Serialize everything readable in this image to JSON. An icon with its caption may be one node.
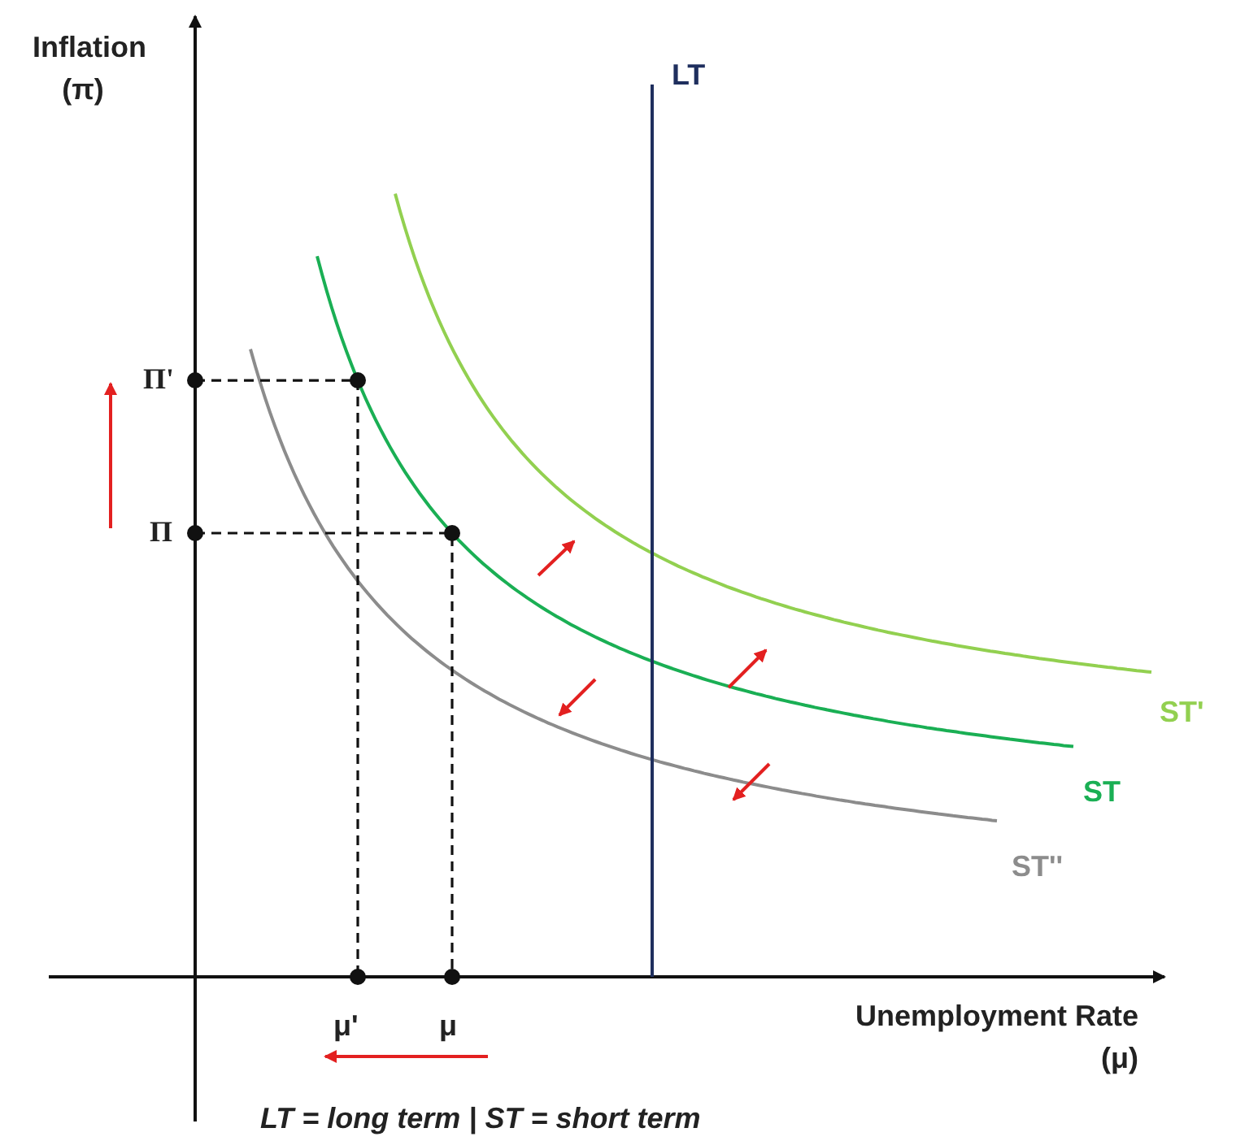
{
  "diagram": {
    "caption": "LT = long term | ST = short term",
    "labels": [
      "Inflation (π)",
      "LT",
      "Π'",
      "Π",
      "ST'",
      "ST",
      "ST''",
      "μ'",
      "μ",
      "Unemployment Rate (μ)"
    ]
  }
}
